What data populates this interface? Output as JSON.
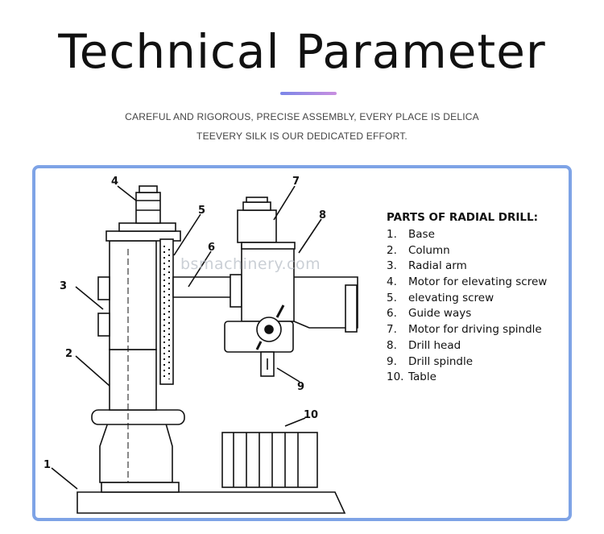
{
  "header": {
    "title": "Technical Parameter",
    "subtitle_line1": "CAREFUL AND RIGOROUS, PRECISE ASSEMBLY, EVERY PLACE IS DELICA",
    "subtitle_line2": "TEEVERY SILK IS OUR DEDICATED EFFORT."
  },
  "diagram": {
    "watermark": "bsmachinery.com",
    "callouts": [
      "1",
      "2",
      "3",
      "4",
      "5",
      "6",
      "7",
      "8",
      "9",
      "10"
    ],
    "legend": {
      "title": "PARTS OF RADIAL DRILL:",
      "items": [
        {
          "num": "1.",
          "label": "Base"
        },
        {
          "num": "2.",
          "label": "Column"
        },
        {
          "num": "3.",
          "label": "Radial arm"
        },
        {
          "num": "4.",
          "label": "Motor for elevating screw"
        },
        {
          "num": "5.",
          "label": "elevating screw"
        },
        {
          "num": "6.",
          "label": "Guide ways"
        },
        {
          "num": "7.",
          "label": "Motor for driving spindle"
        },
        {
          "num": "8.",
          "label": "Drill head"
        },
        {
          "num": "9.",
          "label": "Drill spindle"
        },
        {
          "num": "10.",
          "label": "Table"
        }
      ]
    }
  },
  "colors": {
    "panel_border": "#7ea3e6",
    "accent_start": "#7b86e8",
    "accent_end": "#c98fe0"
  }
}
